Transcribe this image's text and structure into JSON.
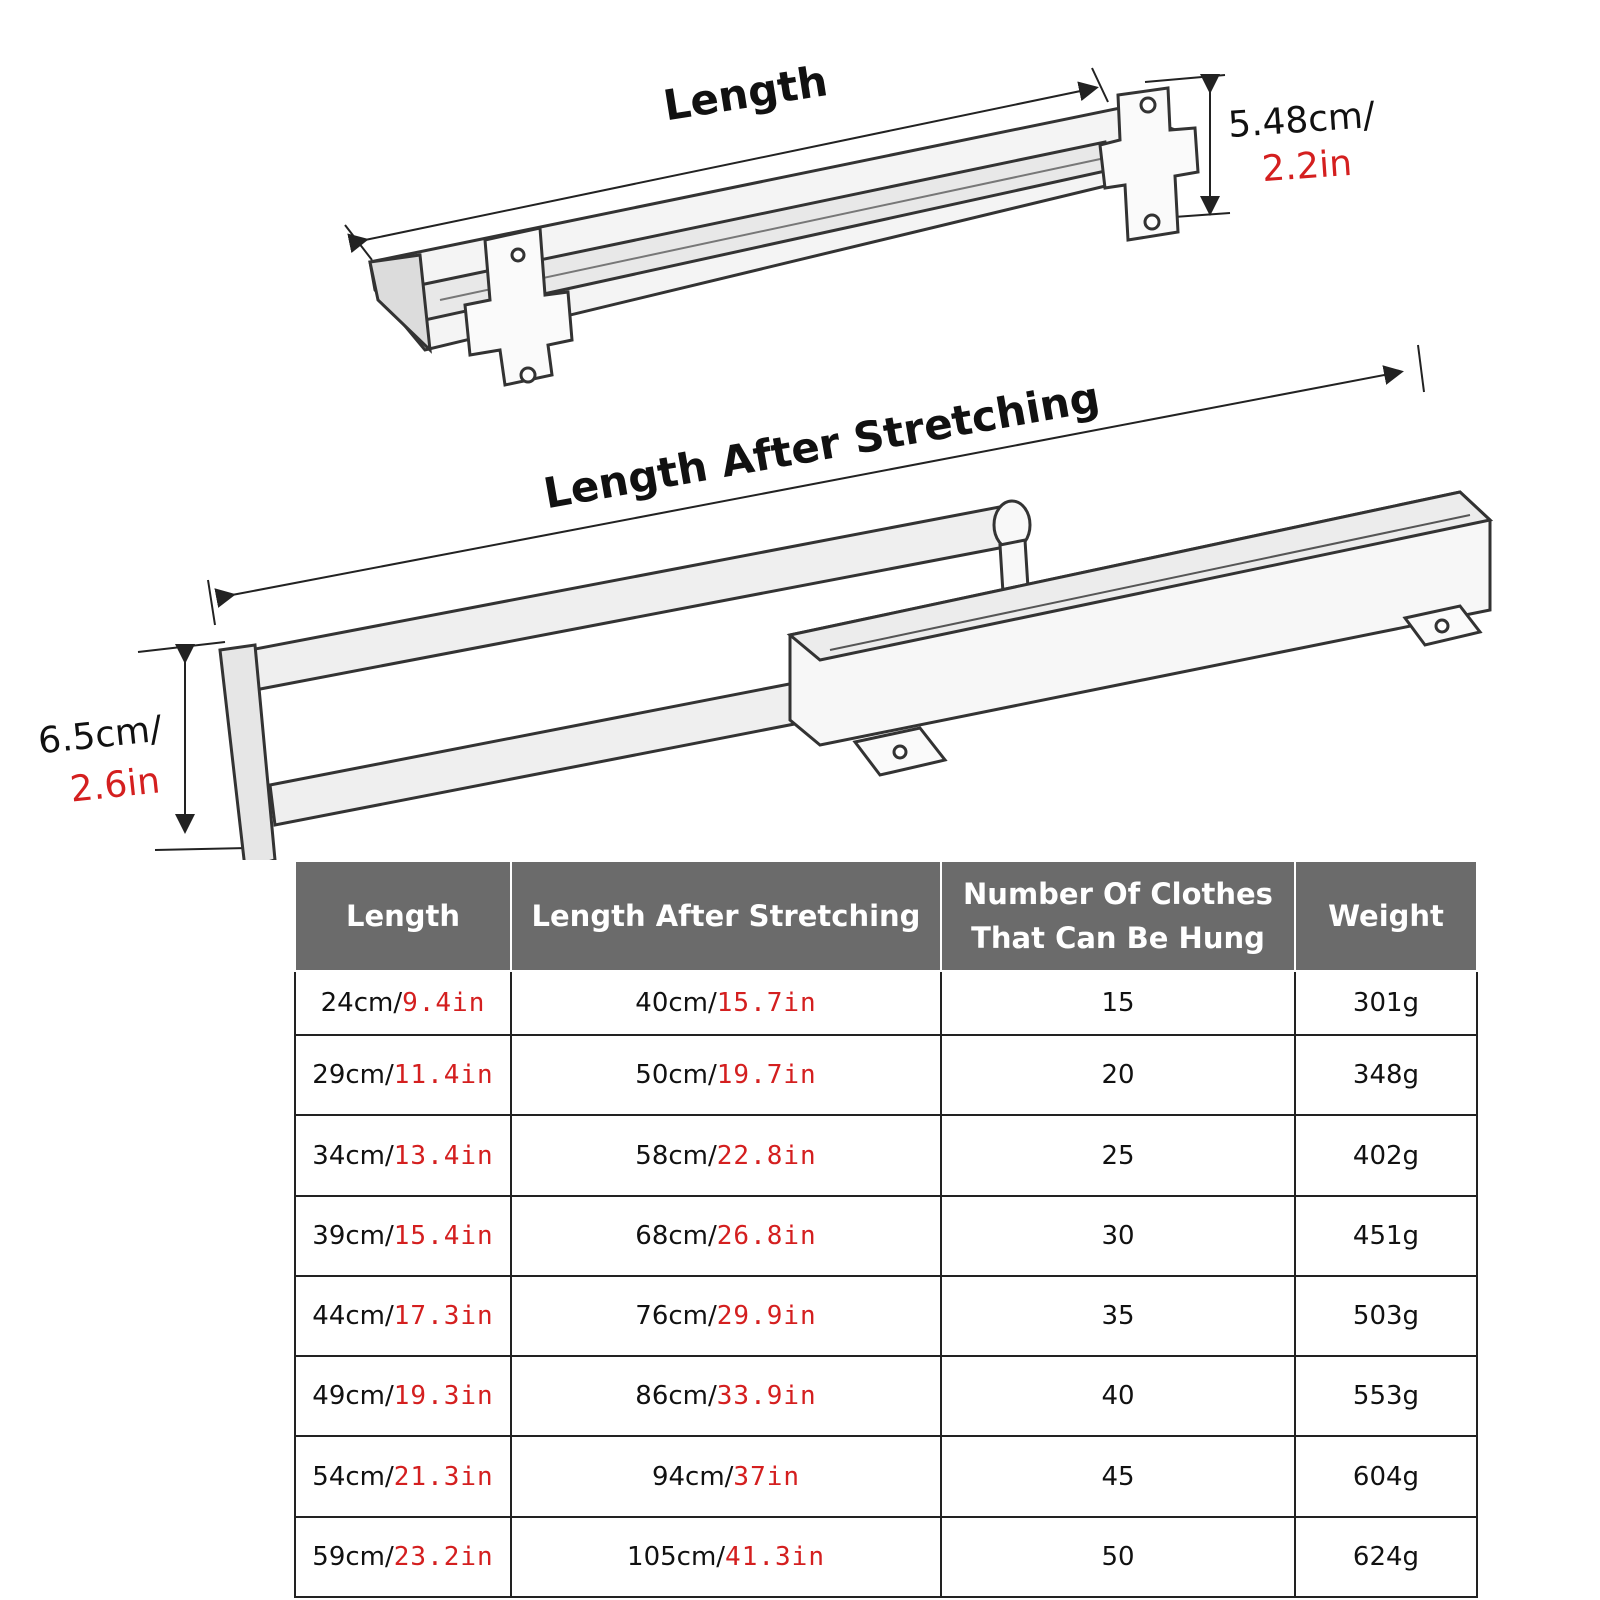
{
  "diagram": {
    "label_length": "Length",
    "label_length_after_stretching": "Length After Stretching",
    "top_height": {
      "cm": "5.48cm/",
      "in": "2.2in"
    },
    "bottom_height": {
      "cm": "6.5cm/",
      "in": "2.6in"
    }
  },
  "table": {
    "headers": [
      "Length",
      "Length After Stretching",
      "Number Of Clothes That Can Be Hung",
      "Weight"
    ],
    "rows": [
      {
        "len_cm": "24cm/",
        "len_in": "9.4in",
        "str_cm": "40cm/",
        "str_in": "15.7in",
        "clothes": "15",
        "weight": "301g"
      },
      {
        "len_cm": "29cm/",
        "len_in": "11.4in",
        "str_cm": "50cm/",
        "str_in": "19.7in",
        "clothes": "20",
        "weight": "348g"
      },
      {
        "len_cm": "34cm/",
        "len_in": "13.4in",
        "str_cm": "58cm/",
        "str_in": "22.8in",
        "clothes": "25",
        "weight": "402g"
      },
      {
        "len_cm": "39cm/",
        "len_in": "15.4in",
        "str_cm": "68cm/",
        "str_in": "26.8in",
        "clothes": "30",
        "weight": "451g"
      },
      {
        "len_cm": "44cm/",
        "len_in": "17.3in",
        "str_cm": "76cm/",
        "str_in": "29.9in",
        "clothes": "35",
        "weight": "503g"
      },
      {
        "len_cm": "49cm/",
        "len_in": "19.3in",
        "str_cm": "86cm/",
        "str_in": "33.9in",
        "clothes": "40",
        "weight": "553g"
      },
      {
        "len_cm": "54cm/",
        "len_in": "21.3in",
        "str_cm": "94cm/",
        "str_in": "37in",
        "clothes": "45",
        "weight": "604g"
      },
      {
        "len_cm": "59cm/",
        "len_in": "23.2in",
        "str_cm": "105cm/",
        "str_in": "41.3in",
        "clothes": "50",
        "weight": "624g"
      }
    ]
  }
}
